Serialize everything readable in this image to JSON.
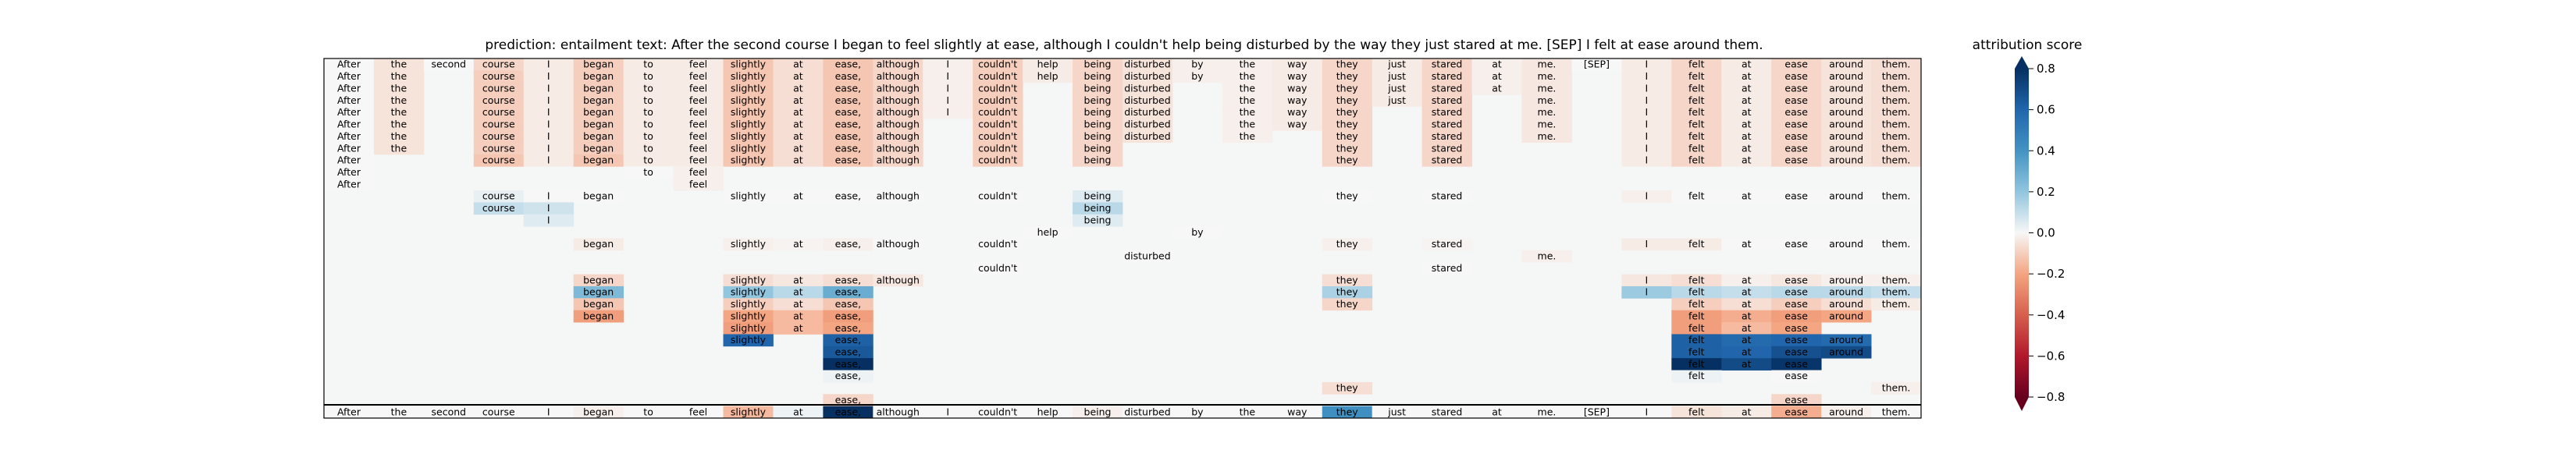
{
  "chart_data": {
    "type": "heatmap",
    "title": "prediction:  entailment     text:  After the second course I began to feel slightly at ease, although I couldn't help being disturbed by the way they just stared at me. [SEP] I felt at ease around them.",
    "colorbar_label": "attribution score",
    "colorbar_ticks": [
      "0.8",
      "0.6",
      "0.4",
      "0.2",
      "0.0",
      "−0.2",
      "−0.4",
      "−0.6",
      "−0.8"
    ],
    "vmin": -0.8,
    "vmax": 0.8,
    "colormap": "RdBu",
    "tokens": [
      "After",
      "the",
      "second",
      "course",
      "I",
      "began",
      "to",
      "feel",
      "slightly",
      "at",
      "ease,",
      "although",
      "I",
      "couldn't",
      "help",
      "being",
      "disturbed",
      "by",
      "the",
      "way",
      "they",
      "just",
      "stared",
      "at",
      "me.",
      "[SEP]",
      "I",
      "felt",
      "at",
      "ease",
      "around",
      "them."
    ],
    "rows": [
      [
        0,
        -0.05,
        0,
        -0.08,
        -0.03,
        -0.1,
        -0.03,
        -0.03,
        -0.12,
        -0.06,
        -0.12,
        -0.08,
        -0.02,
        -0.1,
        -0.03,
        -0.08,
        -0.05,
        -0.02,
        -0.02,
        -0.03,
        -0.08,
        -0.03,
        -0.08,
        -0.02,
        -0.04,
        0,
        -0.03,
        -0.08,
        -0.03,
        -0.08,
        -0.05,
        -0.06
      ],
      [
        0,
        -0.05,
        null,
        -0.1,
        -0.03,
        -0.1,
        -0.03,
        -0.03,
        -0.12,
        -0.06,
        -0.12,
        -0.08,
        -0.02,
        -0.1,
        -0.03,
        -0.08,
        -0.05,
        -0.02,
        -0.02,
        -0.03,
        -0.08,
        -0.03,
        -0.08,
        -0.02,
        -0.04,
        null,
        -0.03,
        -0.08,
        -0.03,
        -0.08,
        -0.05,
        -0.06
      ],
      [
        0,
        -0.05,
        null,
        -0.1,
        -0.03,
        -0.1,
        -0.03,
        -0.03,
        -0.12,
        -0.06,
        -0.12,
        -0.08,
        -0.02,
        -0.1,
        null,
        -0.08,
        -0.05,
        null,
        -0.02,
        -0.03,
        -0.08,
        -0.03,
        -0.08,
        -0.02,
        -0.04,
        null,
        -0.03,
        -0.08,
        -0.03,
        -0.08,
        -0.05,
        -0.06
      ],
      [
        0,
        -0.05,
        null,
        -0.1,
        -0.03,
        -0.1,
        -0.03,
        -0.03,
        -0.12,
        -0.06,
        -0.12,
        -0.08,
        -0.02,
        -0.1,
        null,
        -0.08,
        -0.05,
        null,
        -0.02,
        -0.03,
        -0.08,
        -0.03,
        -0.08,
        null,
        -0.04,
        null,
        -0.03,
        -0.08,
        -0.03,
        -0.08,
        -0.05,
        -0.06
      ],
      [
        0,
        -0.05,
        null,
        -0.1,
        -0.03,
        -0.1,
        -0.03,
        -0.03,
        -0.12,
        -0.06,
        -0.12,
        -0.08,
        -0.02,
        -0.1,
        null,
        -0.08,
        -0.05,
        null,
        -0.02,
        -0.03,
        -0.08,
        null,
        -0.08,
        null,
        -0.04,
        null,
        -0.03,
        -0.08,
        -0.03,
        -0.08,
        -0.05,
        -0.06
      ],
      [
        0,
        -0.05,
        null,
        -0.1,
        -0.03,
        -0.1,
        -0.03,
        -0.03,
        -0.12,
        -0.06,
        -0.12,
        -0.08,
        null,
        -0.1,
        null,
        -0.08,
        -0.05,
        null,
        -0.02,
        -0.03,
        -0.08,
        null,
        -0.08,
        null,
        -0.04,
        null,
        -0.03,
        -0.08,
        -0.03,
        -0.08,
        -0.05,
        -0.06
      ],
      [
        0,
        -0.05,
        null,
        -0.1,
        -0.03,
        -0.1,
        -0.03,
        -0.03,
        -0.12,
        -0.06,
        -0.12,
        -0.08,
        null,
        -0.1,
        null,
        -0.08,
        -0.05,
        null,
        -0.02,
        null,
        -0.08,
        null,
        -0.08,
        null,
        -0.04,
        null,
        -0.03,
        -0.08,
        -0.03,
        -0.08,
        -0.05,
        -0.06
      ],
      [
        0,
        -0.05,
        null,
        -0.1,
        -0.03,
        -0.1,
        -0.03,
        -0.03,
        -0.12,
        -0.06,
        -0.12,
        -0.08,
        null,
        -0.1,
        null,
        -0.08,
        null,
        null,
        null,
        null,
        -0.08,
        null,
        -0.08,
        null,
        null,
        null,
        -0.03,
        -0.08,
        -0.03,
        -0.08,
        -0.05,
        -0.06
      ],
      [
        0,
        null,
        null,
        -0.12,
        -0.03,
        -0.12,
        -0.03,
        -0.03,
        -0.12,
        -0.06,
        -0.12,
        -0.08,
        null,
        -0.1,
        null,
        -0.08,
        null,
        null,
        null,
        null,
        -0.08,
        null,
        -0.08,
        null,
        null,
        null,
        -0.03,
        -0.08,
        -0.03,
        -0.08,
        -0.05,
        -0.06
      ],
      [
        0,
        null,
        null,
        null,
        null,
        null,
        0,
        -0.02,
        null,
        null,
        null,
        null,
        null,
        null,
        null,
        null,
        null,
        null,
        null,
        null,
        null,
        null,
        null,
        null,
        null,
        null,
        null,
        null,
        null,
        null,
        null,
        null
      ],
      [
        0,
        null,
        null,
        null,
        null,
        null,
        null,
        -0.02,
        null,
        null,
        null,
        null,
        null,
        null,
        null,
        null,
        null,
        null,
        null,
        null,
        null,
        null,
        null,
        null,
        null,
        null,
        null,
        null,
        null,
        null,
        null,
        null
      ],
      [
        null,
        null,
        null,
        0.03,
        0,
        0,
        null,
        null,
        0,
        0,
        0,
        0,
        null,
        0,
        null,
        0.05,
        null,
        null,
        null,
        null,
        0,
        null,
        0,
        null,
        null,
        null,
        -0.02,
        0,
        0,
        0,
        0,
        0
      ],
      [
        null,
        null,
        null,
        0.1,
        0.08,
        null,
        null,
        null,
        null,
        null,
        null,
        null,
        null,
        null,
        null,
        0.12,
        null,
        null,
        null,
        null,
        null,
        null,
        null,
        null,
        null,
        null,
        null,
        null,
        null,
        null,
        null,
        null
      ],
      [
        null,
        null,
        null,
        null,
        0.05,
        null,
        null,
        null,
        null,
        null,
        null,
        null,
        null,
        null,
        null,
        0.05,
        null,
        null,
        null,
        null,
        null,
        null,
        null,
        null,
        null,
        null,
        null,
        null,
        null,
        null,
        null,
        null
      ],
      [
        null,
        null,
        null,
        null,
        null,
        null,
        null,
        null,
        null,
        null,
        null,
        null,
        null,
        null,
        0,
        null,
        null,
        0,
        null,
        null,
        null,
        null,
        null,
        null,
        null,
        null,
        null,
        null,
        null,
        null,
        null,
        null
      ],
      [
        null,
        null,
        null,
        null,
        null,
        -0.03,
        null,
        null,
        -0.02,
        -0.01,
        -0.02,
        0,
        null,
        0,
        null,
        null,
        null,
        null,
        null,
        null,
        -0.02,
        null,
        -0.01,
        null,
        null,
        null,
        -0.03,
        -0.03,
        0,
        0,
        0,
        0
      ],
      [
        null,
        null,
        null,
        null,
        null,
        null,
        null,
        null,
        null,
        null,
        null,
        null,
        null,
        null,
        null,
        null,
        0,
        null,
        null,
        null,
        null,
        null,
        null,
        null,
        -0.02,
        null,
        null,
        null,
        null,
        null,
        null,
        null
      ],
      [
        null,
        null,
        null,
        null,
        null,
        null,
        null,
        null,
        null,
        null,
        null,
        null,
        null,
        0,
        null,
        null,
        null,
        null,
        null,
        null,
        null,
        null,
        0,
        null,
        null,
        null,
        null,
        null,
        null,
        null,
        null,
        null
      ],
      [
        null,
        null,
        null,
        null,
        null,
        -0.08,
        null,
        null,
        -0.06,
        -0.04,
        -0.06,
        -0.04,
        null,
        null,
        null,
        null,
        null,
        null,
        null,
        null,
        -0.06,
        null,
        null,
        null,
        null,
        null,
        -0.04,
        -0.06,
        -0.02,
        -0.04,
        -0.02,
        -0.02
      ],
      [
        null,
        null,
        null,
        null,
        null,
        0.25,
        null,
        null,
        0.2,
        0.12,
        0.3,
        null,
        null,
        null,
        null,
        null,
        null,
        null,
        null,
        null,
        0.15,
        null,
        null,
        null,
        null,
        null,
        0.18,
        0.12,
        0.1,
        0.12,
        0.12,
        0.1
      ],
      [
        null,
        null,
        null,
        null,
        null,
        -0.12,
        null,
        null,
        -0.1,
        -0.06,
        -0.12,
        null,
        null,
        null,
        null,
        null,
        null,
        null,
        null,
        null,
        -0.08,
        null,
        null,
        null,
        null,
        null,
        null,
        -0.1,
        -0.06,
        -0.1,
        -0.06,
        -0.03
      ],
      [
        null,
        null,
        null,
        null,
        null,
        -0.22,
        null,
        null,
        -0.2,
        -0.15,
        -0.22,
        null,
        null,
        null,
        null,
        null,
        null,
        null,
        null,
        null,
        null,
        null,
        null,
        null,
        null,
        null,
        null,
        -0.22,
        -0.18,
        -0.22,
        -0.2,
        null
      ],
      [
        null,
        null,
        null,
        null,
        null,
        null,
        null,
        null,
        -0.22,
        -0.15,
        -0.2,
        null,
        null,
        null,
        null,
        null,
        null,
        null,
        null,
        null,
        null,
        null,
        null,
        null,
        null,
        null,
        null,
        -0.22,
        -0.15,
        -0.2,
        null,
        null
      ],
      [
        null,
        null,
        null,
        null,
        null,
        null,
        null,
        null,
        0.6,
        null,
        0.62,
        null,
        null,
        null,
        null,
        null,
        null,
        null,
        null,
        null,
        null,
        null,
        null,
        null,
        null,
        null,
        null,
        0.62,
        0.58,
        0.6,
        0.58,
        null
      ],
      [
        null,
        null,
        null,
        null,
        null,
        null,
        null,
        null,
        null,
        null,
        0.65,
        null,
        null,
        null,
        null,
        null,
        null,
        null,
        null,
        null,
        null,
        null,
        null,
        null,
        null,
        null,
        null,
        0.62,
        0.6,
        0.68,
        0.7,
        null
      ],
      [
        null,
        null,
        null,
        null,
        null,
        null,
        null,
        null,
        null,
        null,
        0.82,
        null,
        null,
        null,
        null,
        null,
        null,
        null,
        null,
        null,
        null,
        null,
        null,
        null,
        null,
        null,
        null,
        0.85,
        0.7,
        0.78,
        null,
        null
      ],
      [
        null,
        null,
        null,
        null,
        null,
        null,
        null,
        null,
        null,
        null,
        0.02,
        null,
        null,
        null,
        null,
        null,
        null,
        null,
        null,
        null,
        null,
        null,
        null,
        null,
        null,
        null,
        null,
        0.02,
        null,
        0,
        null,
        null
      ],
      [
        null,
        null,
        null,
        null,
        null,
        null,
        null,
        null,
        null,
        null,
        null,
        null,
        null,
        null,
        null,
        null,
        null,
        null,
        null,
        null,
        -0.06,
        null,
        null,
        null,
        null,
        null,
        null,
        null,
        null,
        null,
        null,
        -0.02
      ],
      [
        null,
        null,
        null,
        null,
        null,
        null,
        null,
        null,
        null,
        null,
        -0.08,
        null,
        null,
        null,
        null,
        null,
        null,
        null,
        null,
        null,
        null,
        null,
        null,
        null,
        null,
        null,
        null,
        null,
        null,
        -0.08,
        null,
        null
      ],
      [
        0,
        0,
        0,
        0,
        0,
        -0.02,
        0,
        0,
        -0.15,
        0.02,
        0.95,
        0,
        0,
        0,
        0,
        -0.02,
        0,
        0,
        0,
        0,
        0.42,
        0,
        0,
        0,
        0,
        0,
        0,
        -0.05,
        -0.03,
        -0.18,
        -0.02,
        0
      ]
    ]
  }
}
